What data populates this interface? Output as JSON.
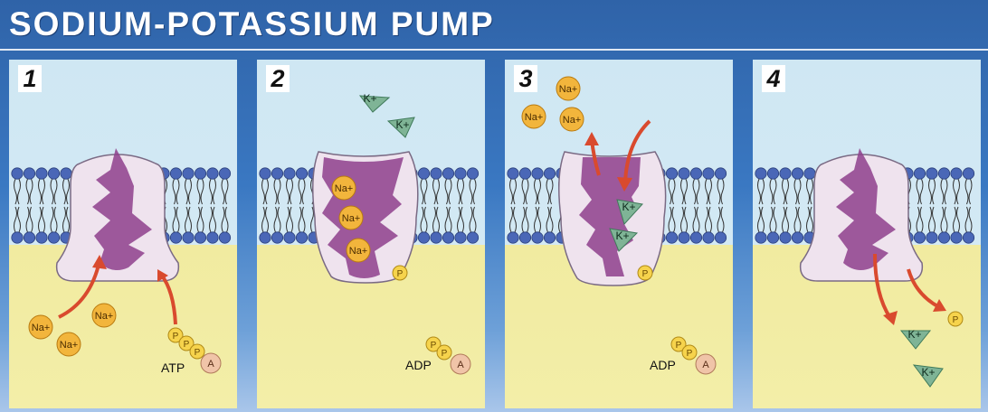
{
  "title": "SODIUM-POTASSIUM PUMP",
  "colors": {
    "background": "#3a78c2",
    "extracellular": "#d3e9f4",
    "cytoplasm": "#f3eea8",
    "protein": "#efe3ee",
    "pocket": "#8e3f8c",
    "arrow": "#d94a2e",
    "sodium_ion": "#f2b53c",
    "potassium_ion": "#7fb496",
    "membrane_head": "#4a67b7"
  },
  "icons": {
    "sodium": "orange-circle-icon",
    "potassium": "green-triangle-icon",
    "phosphate": "yellow-circle-icon",
    "adenosine": "peach-circle-icon",
    "arrow": "red-curved-arrow-icon"
  },
  "panels": [
    {
      "number": "1",
      "na": [
        "Na+",
        "Na+",
        "Na+"
      ],
      "atp": "ATP",
      "p": [
        "P",
        "P",
        "P"
      ],
      "a": "A"
    },
    {
      "number": "2",
      "k": [
        "K+",
        "K+"
      ],
      "na": [
        "Na+",
        "Na+",
        "Na+"
      ],
      "bound_p": "P",
      "adp": "ADP",
      "p": [
        "P",
        "P"
      ],
      "a": "A"
    },
    {
      "number": "3",
      "na": [
        "Na+",
        "Na+",
        "Na+"
      ],
      "k": [
        "K+",
        "K+"
      ],
      "bound_p": "P",
      "adp": "ADP",
      "p": [
        "P",
        "P"
      ],
      "a": "A"
    },
    {
      "number": "4",
      "k": [
        "K+",
        "K+"
      ],
      "p": [
        "P"
      ]
    }
  ]
}
